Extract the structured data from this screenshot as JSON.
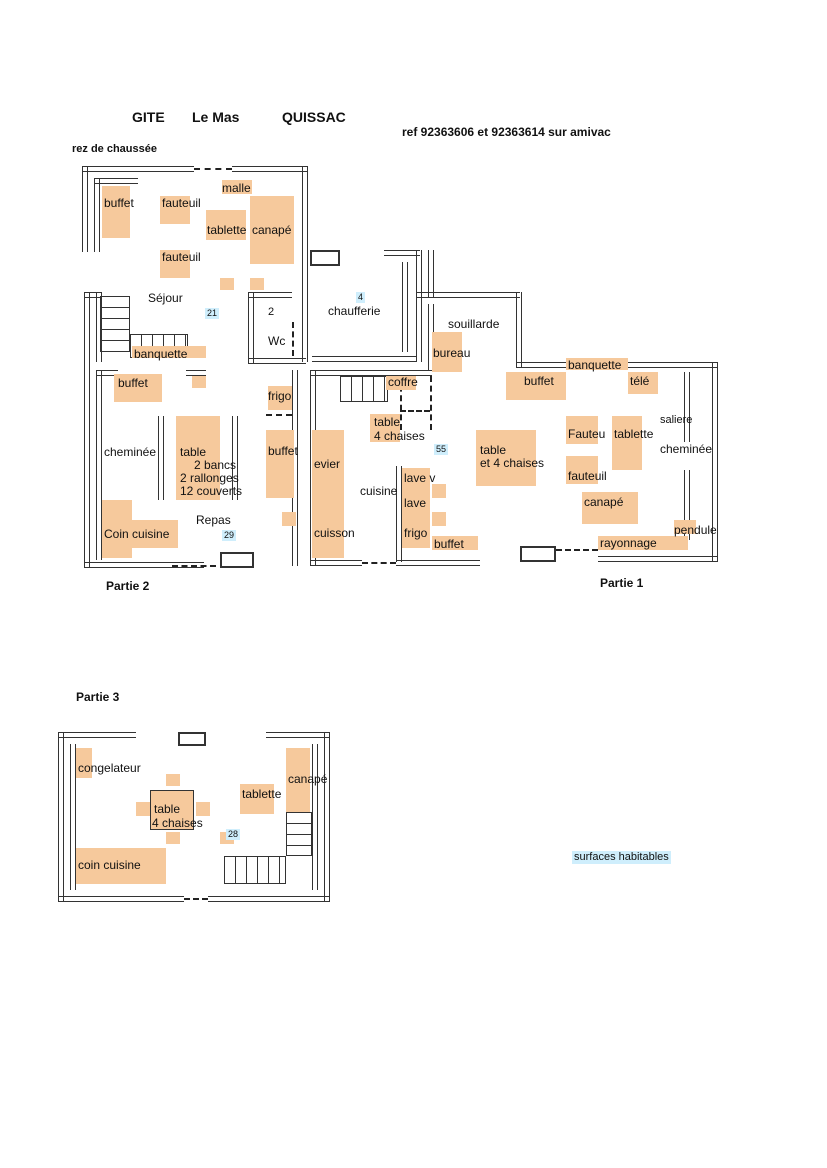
{
  "header": {
    "gite": "GITE",
    "le_mas": "Le Mas",
    "quissac": "QUISSAC",
    "ref": "ref   92363606 et 92363614 sur amivac",
    "level": "rez de chaussée"
  },
  "parts": {
    "partie2": "Partie 2",
    "partie1": "Partie 1",
    "partie3": "Partie 3"
  },
  "rooms": {
    "sejour": "Séjour",
    "wc": "Wc",
    "chaufferie": "chaufferie",
    "souillarde": "souillarde",
    "repas": "Repas",
    "cuisine": "cuisine"
  },
  "areas": {
    "a21": "21",
    "a2": "2",
    "a4": "4",
    "a55": "55",
    "a29": "29",
    "a28": "28"
  },
  "furniture": {
    "buffet": "buffet",
    "fauteuil": "fauteuil",
    "malle": "malle",
    "tablette": "tablette",
    "canape": "canapé",
    "banquette": "banquette",
    "cheminee": "cheminée",
    "table": "table",
    "bancs": "2 bancs",
    "rallonges": "2 rallonges",
    "couverts": "12 couverts",
    "frigo": "frigo",
    "coin_cuisine": "Coin cuisine",
    "coffre": "coffre",
    "table_4": "table",
    "chaises_4": "4 chaises",
    "evier": "evier",
    "cuisson": "cuisson",
    "lave_v": "lave v",
    "lave": "lave",
    "bureau": "bureau",
    "tele": "télé",
    "saliere": "saliere",
    "table_et_4": "table\net 4 chaises",
    "fauteu": "Fauteu",
    "pendule": "pendule",
    "rayonnage": "rayonnage",
    "congelateur": "congelateur",
    "coin_cuisine_low": "coin cuisine"
  },
  "legend": {
    "surfaces": "surfaces habitables"
  },
  "colors": {
    "furniture": "#f6c99c",
    "area_badge": "#cfeefc",
    "walls": "#333333"
  }
}
